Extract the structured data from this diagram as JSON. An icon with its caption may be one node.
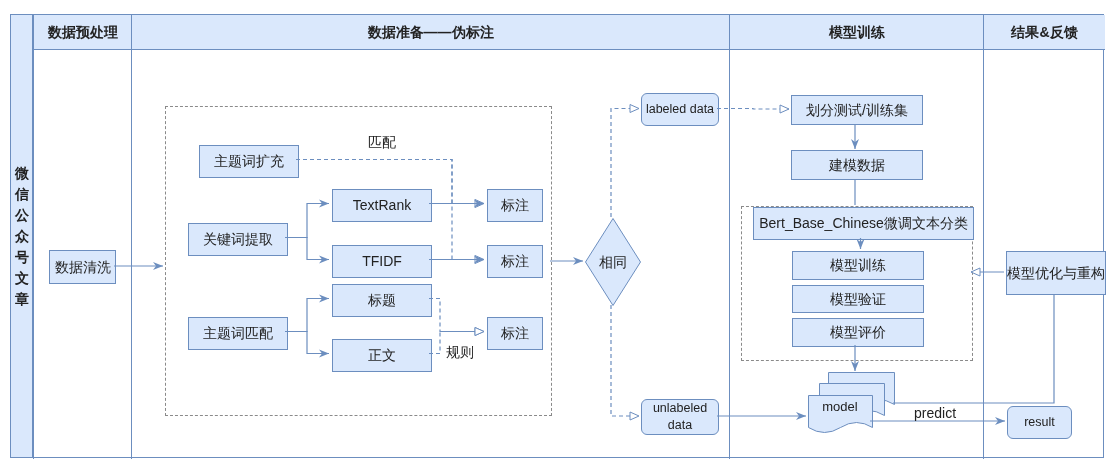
{
  "diagram": {
    "nodes": [
      {
        "text": [
          "微信公众号文章"
        ]
      },
      {
        "text": [
          "数据预处理"
        ],
        "in": 0
      },
      {
        "text": [
          "数据准备——伪标注"
        ],
        "in": 0
      },
      {
        "text": [
          "模型训练"
        ],
        "in": 0
      },
      {
        "text": [
          "结果&反馈"
        ],
        "in": 0
      },
      {
        "text": [
          "数据清洗"
        ],
        "in": 1
      },
      {
        "text": [],
        "shape": "box",
        "in": 2
      },
      {
        "text": [
          "主题词扩充"
        ],
        "in": 6
      },
      {
        "text": [
          "关键词提取"
        ],
        "in": 6
      },
      {
        "text": [
          "TextRank"
        ],
        "in": 6
      },
      {
        "text": [
          "标注"
        ],
        "in": 6
      },
      {
        "text": [
          "TFIDF"
        ],
        "in": 6
      },
      {
        "text": [
          "标注"
        ],
        "in": 6
      },
      {
        "text": [
          "标题"
        ],
        "in": 6
      },
      {
        "text": [
          "主题词匹配"
        ],
        "in": 6
      },
      {
        "text": [
          "标注"
        ],
        "in": 6
      },
      {
        "text": [
          "正文"
        ],
        "in": 6
      },
      {
        "text": [
          "相同"
        ],
        "in": 2
      },
      {
        "text": [
          "labeled data"
        ],
        "in": 2
      },
      {
        "text": [
          "unlabeled data"
        ],
        "in": 2
      },
      {
        "text": [
          "划分测试/训练集"
        ],
        "in": 3
      },
      {
        "text": [
          "建模数据"
        ],
        "in": 3
      },
      {
        "text": [],
        "shape": "box",
        "in": 3
      },
      {
        "text": [
          "Bert_Base_Chinese微调文本分类"
        ],
        "in": 22
      },
      {
        "text": [
          "模型训练"
        ],
        "in": 22
      },
      {
        "text": [
          "模型验证"
        ],
        "in": 22
      },
      {
        "text": [
          "模型评价"
        ],
        "in": 22
      },
      {
        "text": [
          "model"
        ],
        "in": 3
      },
      {
        "text": [
          "模型优化与重构"
        ],
        "in": 4
      },
      {
        "text": [
          "result"
        ],
        "in": 4
      }
    ],
    "edges": [
      {
        "from": 5,
        "to": 6,
        "arrow": "to"
      },
      {
        "from": 7,
        "to": 10,
        "arrow": "to",
        "style": "dashed",
        "label": "匹配"
      },
      {
        "from": 7,
        "to": 12,
        "arrow": "to",
        "style": "dashed"
      },
      {
        "from": 8,
        "to": 9,
        "arrow": "to"
      },
      {
        "from": 8,
        "to": 11,
        "arrow": "to"
      },
      {
        "from": 9,
        "to": 10,
        "arrow": "to"
      },
      {
        "from": 11,
        "to": 12,
        "arrow": "to"
      },
      {
        "from": 14,
        "to": 13,
        "arrow": "to"
      },
      {
        "from": 14,
        "to": 16,
        "arrow": "to"
      },
      {
        "from": 13,
        "to": 15,
        "arrow": "to",
        "style": "dashed"
      },
      {
        "from": 16,
        "to": 15,
        "arrow": "to",
        "style": "dashed",
        "label": "规则"
      },
      {
        "from": 6,
        "to": 17,
        "arrow": "to"
      },
      {
        "from": 17,
        "to": 18,
        "arrow": "to",
        "style": "dashed"
      },
      {
        "from": 17,
        "to": 19,
        "arrow": "to",
        "style": "dashed"
      },
      {
        "from": 18,
        "to": 20,
        "arrow": "to",
        "style": "dashed"
      },
      {
        "from": 20,
        "to": 21,
        "arrow": "to"
      },
      {
        "from": 21,
        "to": 23,
        "arrow": "none"
      },
      {
        "from": 23,
        "to": 24,
        "arrow": "to"
      },
      {
        "from": 26,
        "to": 27,
        "arrow": "to"
      },
      {
        "from": 19,
        "to": 27,
        "arrow": "to"
      },
      {
        "from": 27,
        "to": 29,
        "arrow": "to",
        "label": "predict"
      },
      {
        "from": 27,
        "to": 28,
        "arrow": "none"
      },
      {
        "from": 28,
        "to": 22,
        "arrow": "to"
      }
    ]
  }
}
